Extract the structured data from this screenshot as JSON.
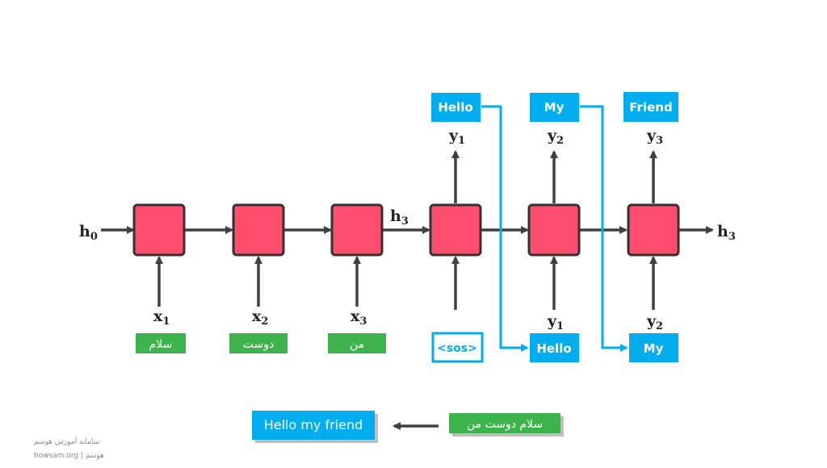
{
  "colors": {
    "cell_fill": "#ff4d6d",
    "cell_stroke": "#333333",
    "arrow": "#404040",
    "blue": "#00aeef",
    "green": "#3cb44b",
    "white": "#ffffff"
  },
  "encoder": {
    "h0": "h",
    "h0_sub": "0",
    "h_mid": "h",
    "h_mid_sub": "3",
    "inputs": [
      {
        "var": "x",
        "sub": "1",
        "word": "سلام"
      },
      {
        "var": "x",
        "sub": "2",
        "word": "دوست"
      },
      {
        "var": "x",
        "sub": "3",
        "word": "من"
      }
    ]
  },
  "decoder": {
    "h_out": "h",
    "h_out_sub": "3",
    "outputs": [
      {
        "var": "y",
        "sub": "1",
        "word": "Hello"
      },
      {
        "var": "y",
        "sub": "2",
        "word": "My"
      },
      {
        "var": "y",
        "sub": "3",
        "word": "Friend"
      }
    ],
    "inputs": [
      {
        "word": "<sos>"
      },
      {
        "var": "y",
        "sub": "1",
        "word": "Hello"
      },
      {
        "var": "y",
        "sub": "2",
        "word": "My"
      }
    ]
  },
  "summary": {
    "target": "Hello my friend",
    "source": "سلام دوست من"
  },
  "watermark": {
    "line1": "سامانه آموزش هوسم",
    "line2": "howsam.org | هوسم"
  }
}
